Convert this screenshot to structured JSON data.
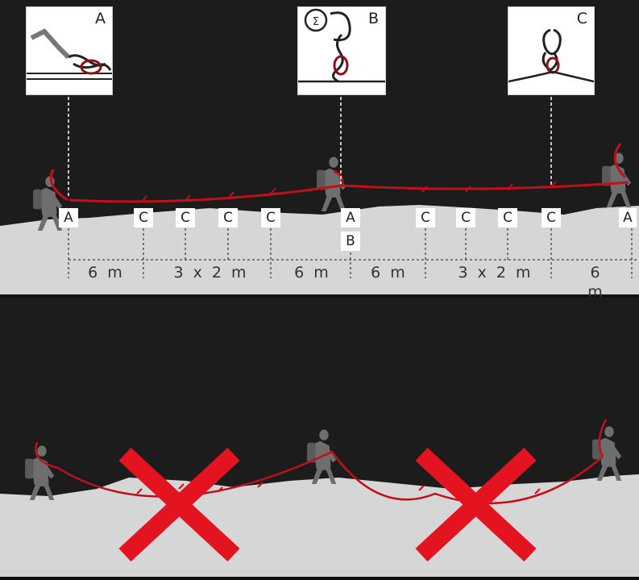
{
  "insets": [
    {
      "letter": "A"
    },
    {
      "letter": "B"
    },
    {
      "letter": "C"
    }
  ],
  "markers": [
    "A",
    "C",
    "C",
    "C",
    "C",
    "A",
    "C",
    "C",
    "C",
    "C",
    "A"
  ],
  "marker_below": "B",
  "distances": [
    "6 m",
    "3 x 2 m",
    "6 m",
    "6 m",
    "3 x 2 m",
    "6 m"
  ],
  "colors": {
    "background": "#1c1c1c",
    "terrain": "#d6d6d6",
    "rope": "#c0101a",
    "cross": "#e3141f",
    "climber": "#6e6e6e"
  }
}
